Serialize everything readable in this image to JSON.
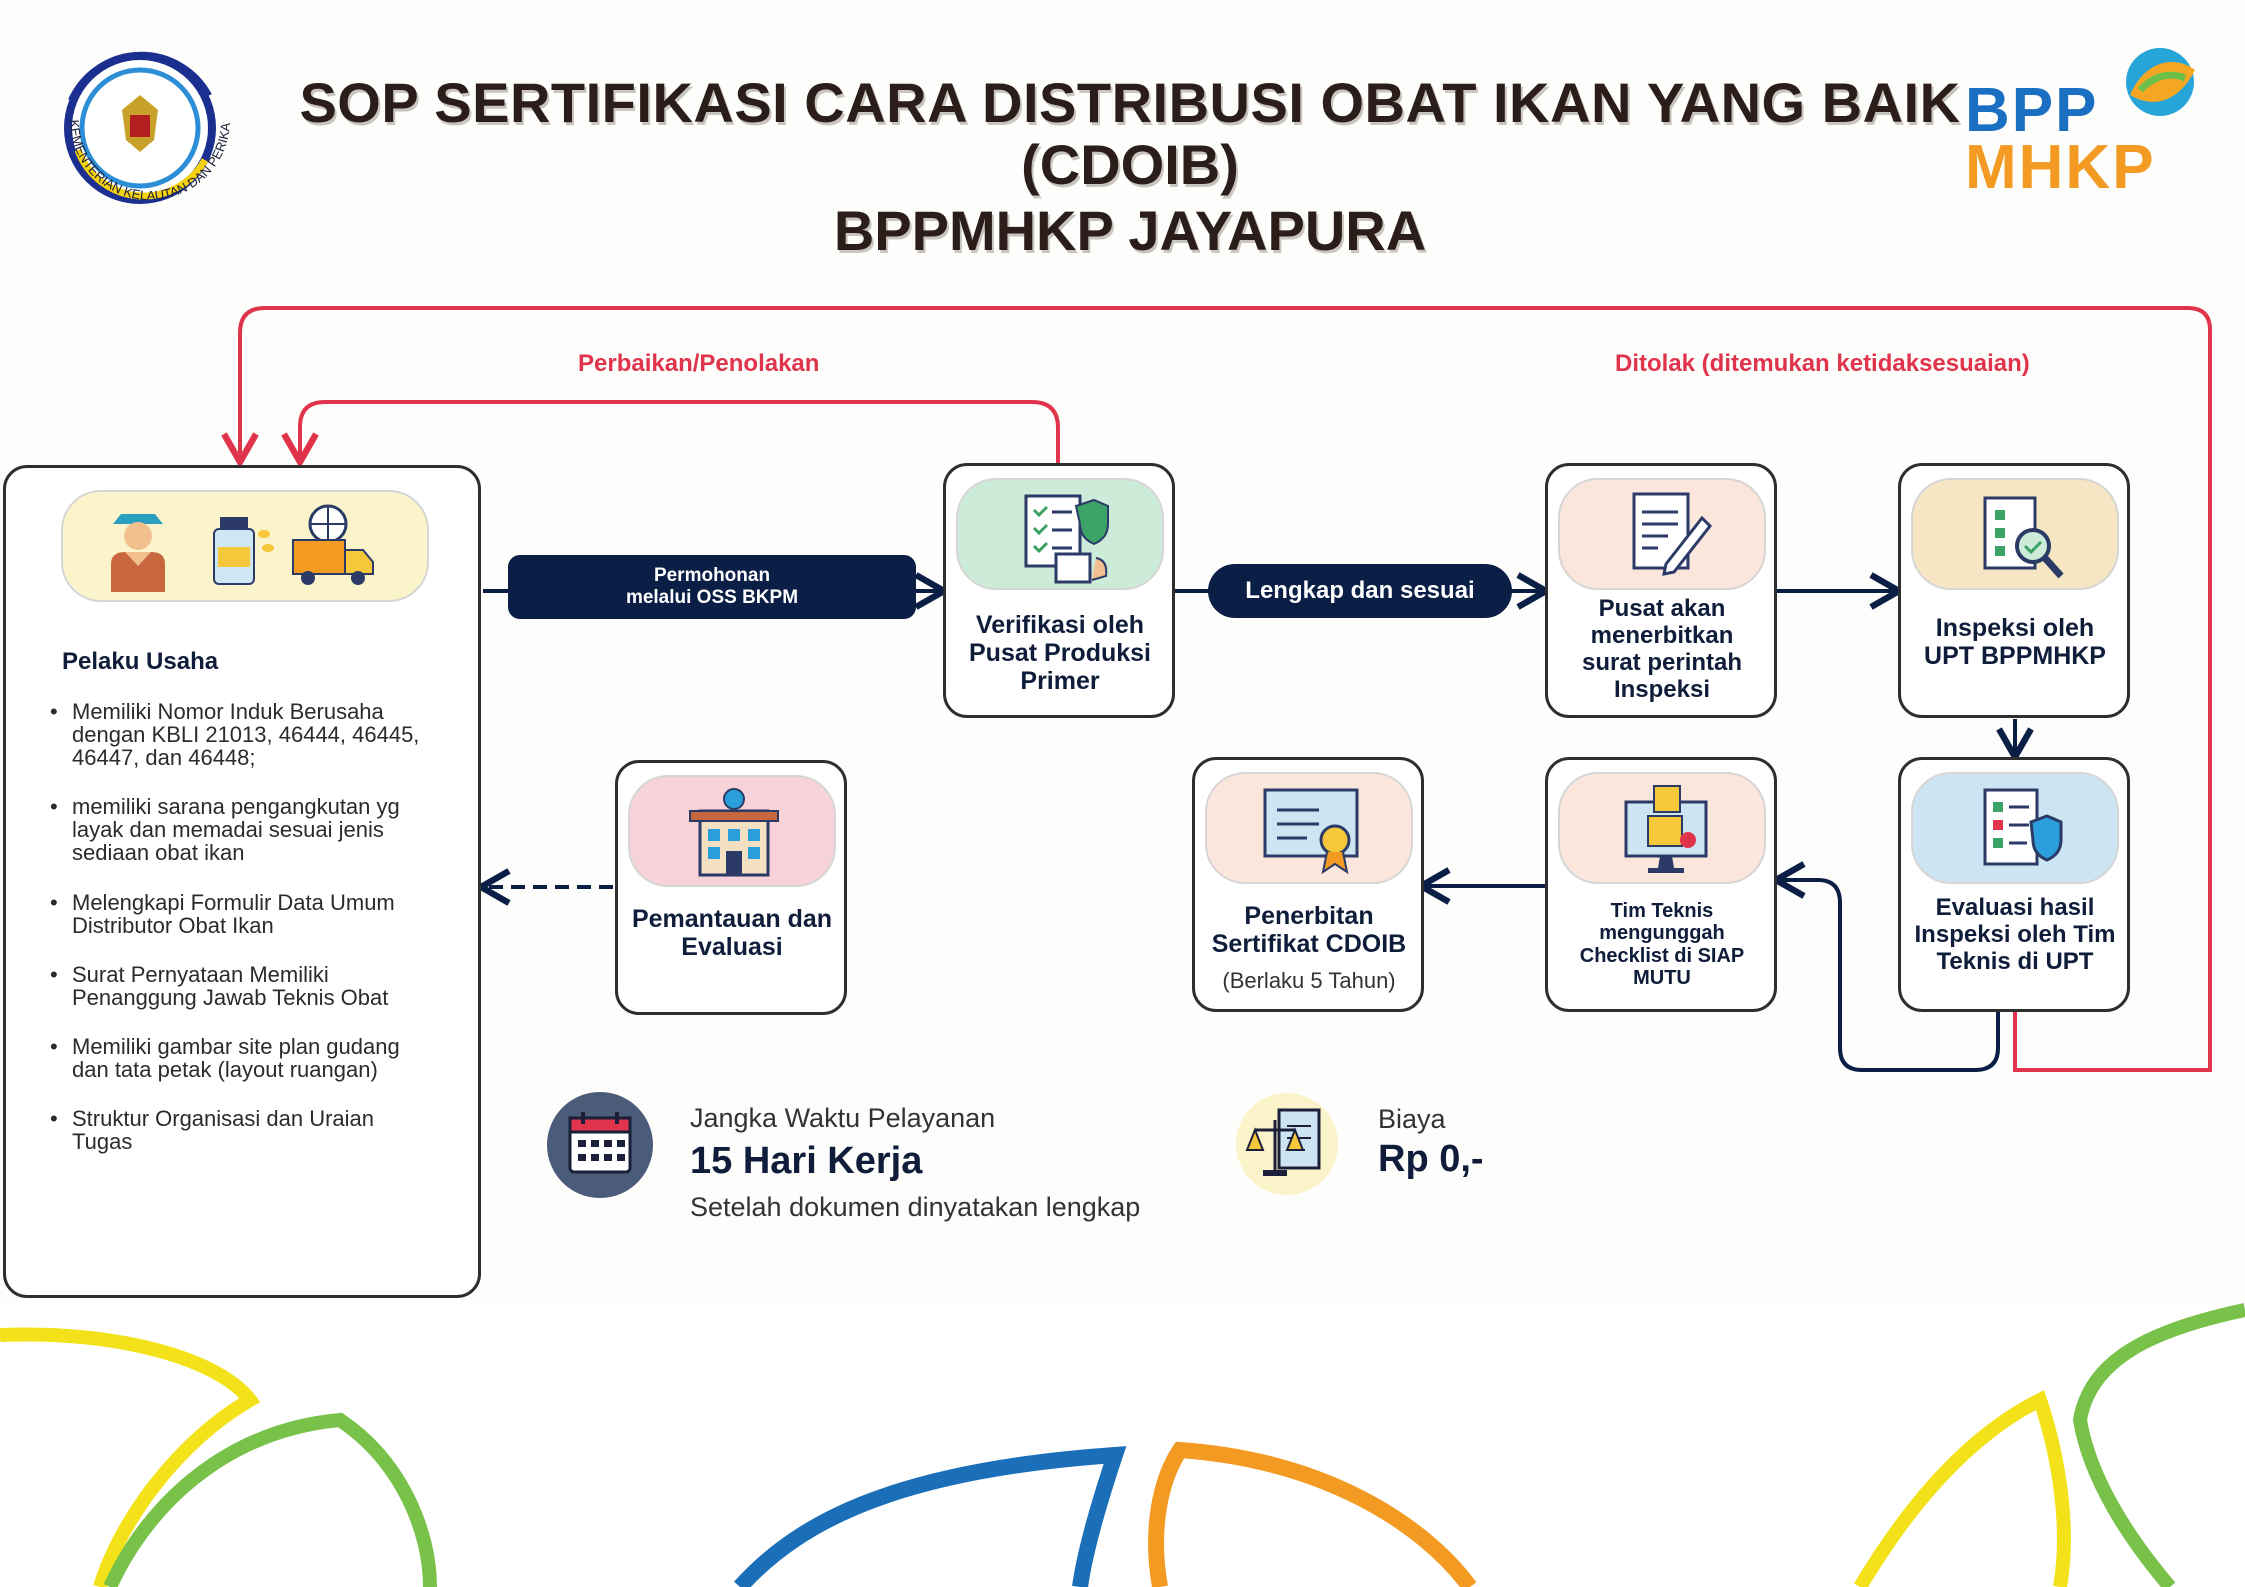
{
  "header": {
    "title_line1": "SOP SERTIFIKASI CARA DISTRIBUSI OBAT IKAN YANG BAIK",
    "title_line2": "(CDOIB)",
    "title_line3": "BPPMHKP JAYAPURA",
    "left_logo_text": "KEMENTERIAN KELAUTAN DAN PERIKANAN",
    "right_logo_line1": "BPP",
    "right_logo_line2": "MHKP"
  },
  "flow_labels": {
    "repair_reject": "Perbaikan/Penolakan",
    "rejected": "Ditolak (ditemukan ketidaksesuaian)",
    "submission_line1": "Permohonan",
    "submission_line2": "melalui OSS BKPM",
    "complete": "Lengkap dan sesuai"
  },
  "actor": {
    "title": "Pelaku Usaha",
    "requirements": [
      "Memiliki Nomor Induk Berusaha dengan KBLI 21013, 46444, 46445, 46447, dan 46448;",
      "memiliki sarana pengangkutan yg layak dan memadai sesuai jenis sediaan obat ikan",
      "Melengkapi Formulir Data Umum Distributor Obat Ikan",
      "Surat Pernyataan Memiliki Penanggung Jawab Teknis Obat",
      "Memiliki gambar site plan gudang dan tata petak (layout ruangan)",
      "Struktur Organisasi dan Uraian Tugas"
    ]
  },
  "steps": {
    "verification": "Verifikasi oleh Pusat Produksi Primer",
    "inspection_order": "Pusat akan menerbitkan surat perintah Inspeksi",
    "inspection": "Inspeksi oleh UPT BPPMHKP",
    "evaluation": "Evaluasi hasil Inspeksi oleh Tim Teknis di UPT",
    "upload": "Tim Teknis mengunggah Checklist di SIAP MUTU",
    "certificate": "Penerbitan Sertifikat CDOIB",
    "certificate_note": "(Berlaku 5 Tahun)",
    "monitoring": "Pemantauan dan Evaluasi"
  },
  "service": {
    "duration_label": "Jangka Waktu Pelayanan",
    "duration_value": "15 Hari Kerja",
    "duration_note": "Setelah dokumen dinyatakan lengkap",
    "cost_label": "Biaya",
    "cost_value": "Rp 0,-"
  },
  "colors": {
    "navy": "#0b1e45",
    "red_arrow": "#e0344c",
    "yellow_bg": "#fbf3c9",
    "green_bg": "#cdebd9",
    "peach_bg": "#fbe6dc",
    "tan_bg": "#f6e6c4",
    "blue_bg": "#cde4f2",
    "pink_bg": "#f7d3d9"
  }
}
